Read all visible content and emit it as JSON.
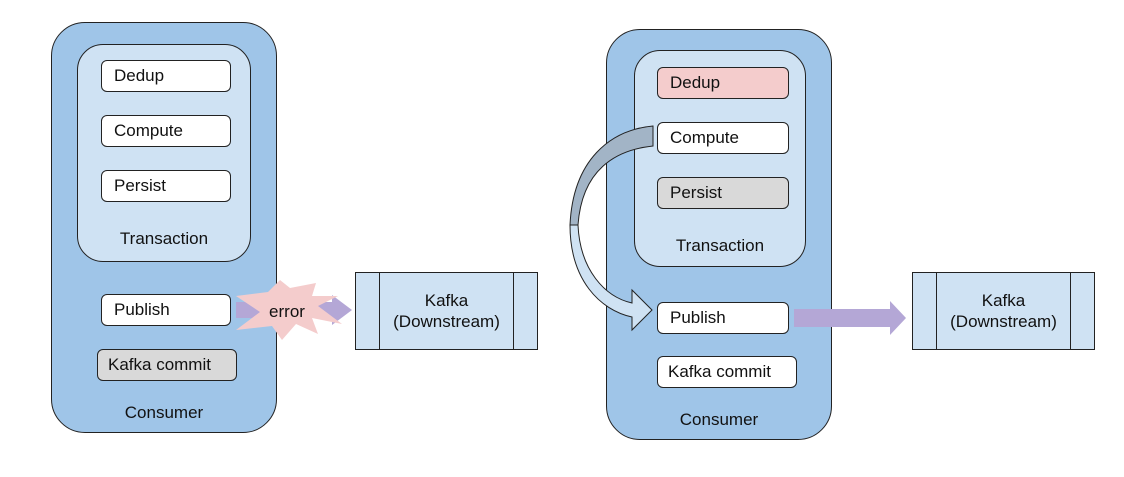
{
  "colors": {
    "consumer_fill": "#9fc5e8",
    "transaction_fill": "#cfe2f3",
    "step_default": "#ffffff",
    "step_skipped": "#d9d9d9",
    "step_deduped": "#f4cccc",
    "publish_arrow": "#b4a7d6",
    "error_burst": "#f4cccc",
    "curved_arrow_top": "#a2b4c6",
    "curved_arrow_bottom": "#cfe2f3"
  },
  "left": {
    "transaction": {
      "label": "Transaction",
      "steps": [
        {
          "label": "Dedup",
          "state": "default"
        },
        {
          "label": "Compute",
          "state": "default"
        },
        {
          "label": "Persist",
          "state": "default"
        }
      ]
    },
    "publish": {
      "label": "Publish",
      "state": "default"
    },
    "kafka_commit": {
      "label": "Kafka commit",
      "state": "skipped"
    },
    "consumer_label": "Consumer",
    "error_label": "error",
    "kafka": {
      "line1": "Kafka",
      "line2": "(Downstream)"
    }
  },
  "right": {
    "transaction": {
      "label": "Transaction",
      "steps": [
        {
          "label": "Dedup",
          "state": "deduped"
        },
        {
          "label": "Compute",
          "state": "default"
        },
        {
          "label": "Persist",
          "state": "skipped"
        }
      ]
    },
    "publish": {
      "label": "Publish",
      "state": "default"
    },
    "kafka_commit": {
      "label": "Kafka commit",
      "state": "default"
    },
    "consumer_label": "Consumer",
    "kafka": {
      "line1": "Kafka",
      "line2": "(Downstream)"
    }
  }
}
